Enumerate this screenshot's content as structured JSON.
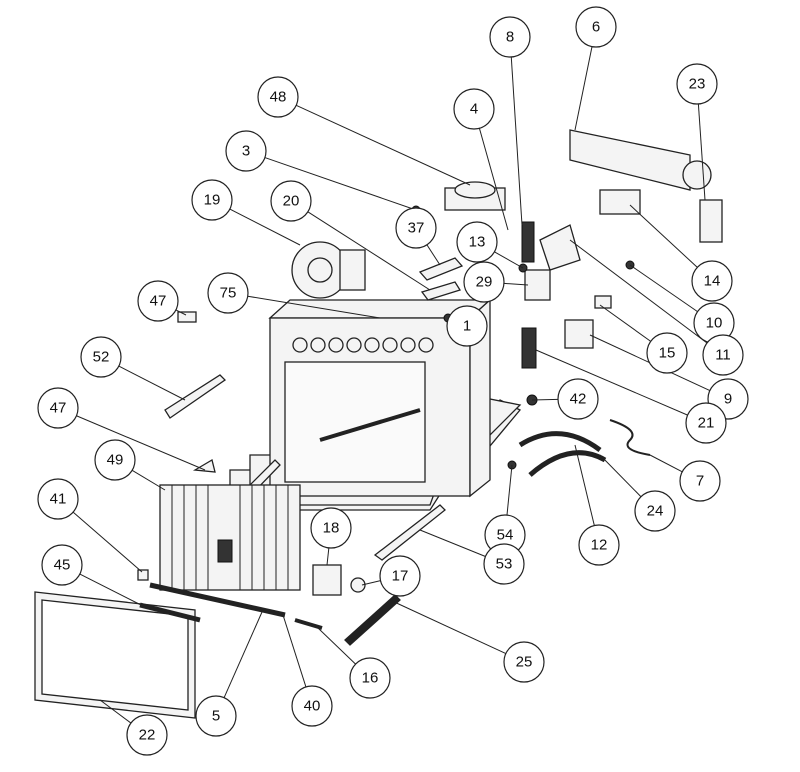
{
  "diagram": {
    "title": "Exploded parts view",
    "callouts": [
      "8",
      "6",
      "23",
      "48",
      "4",
      "3",
      "19",
      "20",
      "37",
      "13",
      "29",
      "14",
      "47",
      "75",
      "1",
      "10",
      "15",
      "11",
      "52",
      "9",
      "42",
      "47",
      "21",
      "49",
      "7",
      "41",
      "18",
      "24",
      "12",
      "54",
      "53",
      "45",
      "17",
      "25",
      "16",
      "5",
      "40",
      "22"
    ]
  }
}
